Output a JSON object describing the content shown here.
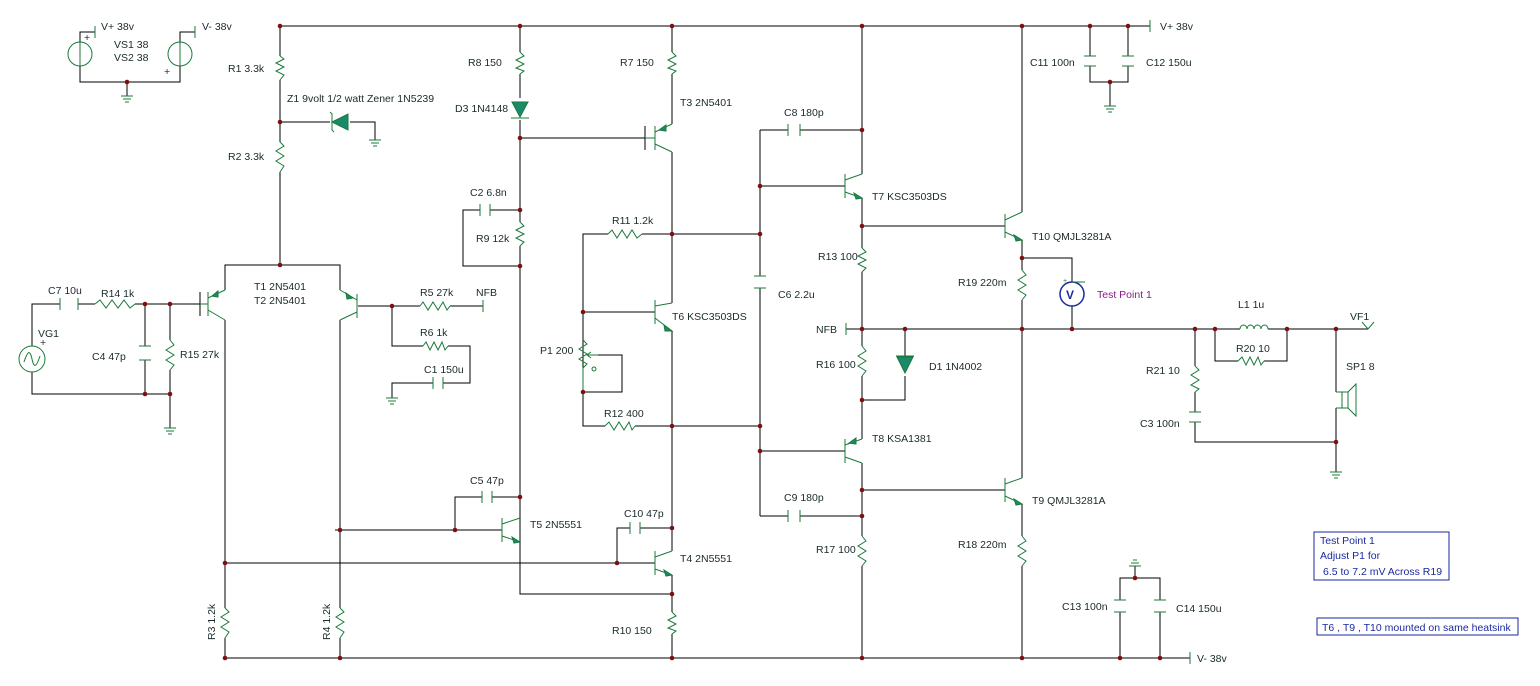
{
  "colors": {
    "wire": "#000000",
    "component": "#1a7a3a",
    "junction": "#7a1010",
    "probe_label": "#8a1a8a",
    "note_text": "#1a2aa0"
  },
  "rails": {
    "vplus": "V+ 38v",
    "vminus": "V- 38v"
  },
  "sources": {
    "vs1": "VS1 38",
    "vs2": "VS2 38",
    "vg1": "VG1"
  },
  "resistors": {
    "r1": "R1 3.3k",
    "r2": "R2 3.3k",
    "r3": "R3 1.2k",
    "r4": "R4 1.2k",
    "r5": "R5 27k",
    "r6": "R6 1k",
    "r7": "R7 150",
    "r8": "R8 150",
    "r9": "R9 12k",
    "r10": "R10 150",
    "r11": "R11 1.2k",
    "r12": "R12 400",
    "r13": "R13 100",
    "r14": "R14 1k",
    "r15": "R15 27k",
    "r16": "R16 100",
    "r17": "R17 100",
    "r18": "R18 220m",
    "r19": "R19 220m",
    "r20": "R20 10",
    "r21": "R21 10",
    "p1": "P1 200"
  },
  "capacitors": {
    "c1": "C1 150u",
    "c2": "C2 6.8n",
    "c3": "C3 100n",
    "c4": "C4 47p",
    "c5": "C5 47p",
    "c6": "C6 2.2u",
    "c7": "C7 10u",
    "c8": "C8 180p",
    "c9": "C9 180p",
    "c10": "C10 47p",
    "c11": "C11 100n",
    "c12": "C12 150u",
    "c13": "C13 100n",
    "c14": "C14 150u"
  },
  "semis": {
    "z1": "Z1 9volt 1/2 watt Zener 1N5239",
    "d1": "D1 1N4002",
    "d3": "D3 1N4148",
    "t1": "T1 2N5401",
    "t2": "T2 2N5401",
    "t3": "T3 2N5401",
    "t4": "T4 2N5551",
    "t5": "T5 2N5551",
    "t6": "T6 KSC3503DS",
    "t7": "T7 KSC3503DS",
    "t8": "T8 KSA1381",
    "t9": "T9 QMJL3281A",
    "t10": "T10 QMJL3281A"
  },
  "misc": {
    "l1": "L1 1u",
    "sp1": "SP1 8",
    "nfb": "NFB",
    "vf1": "VF1",
    "meter": "V",
    "test_point": "Test Point 1"
  },
  "notes": {
    "note1_line1": "Test Point 1",
    "note1_line2": "Adjust P1 for",
    "note1_line3": "6.5 to 7.2 mV Across R19",
    "note2": "T6 , T9 , T10 mounted on same heatsink"
  }
}
